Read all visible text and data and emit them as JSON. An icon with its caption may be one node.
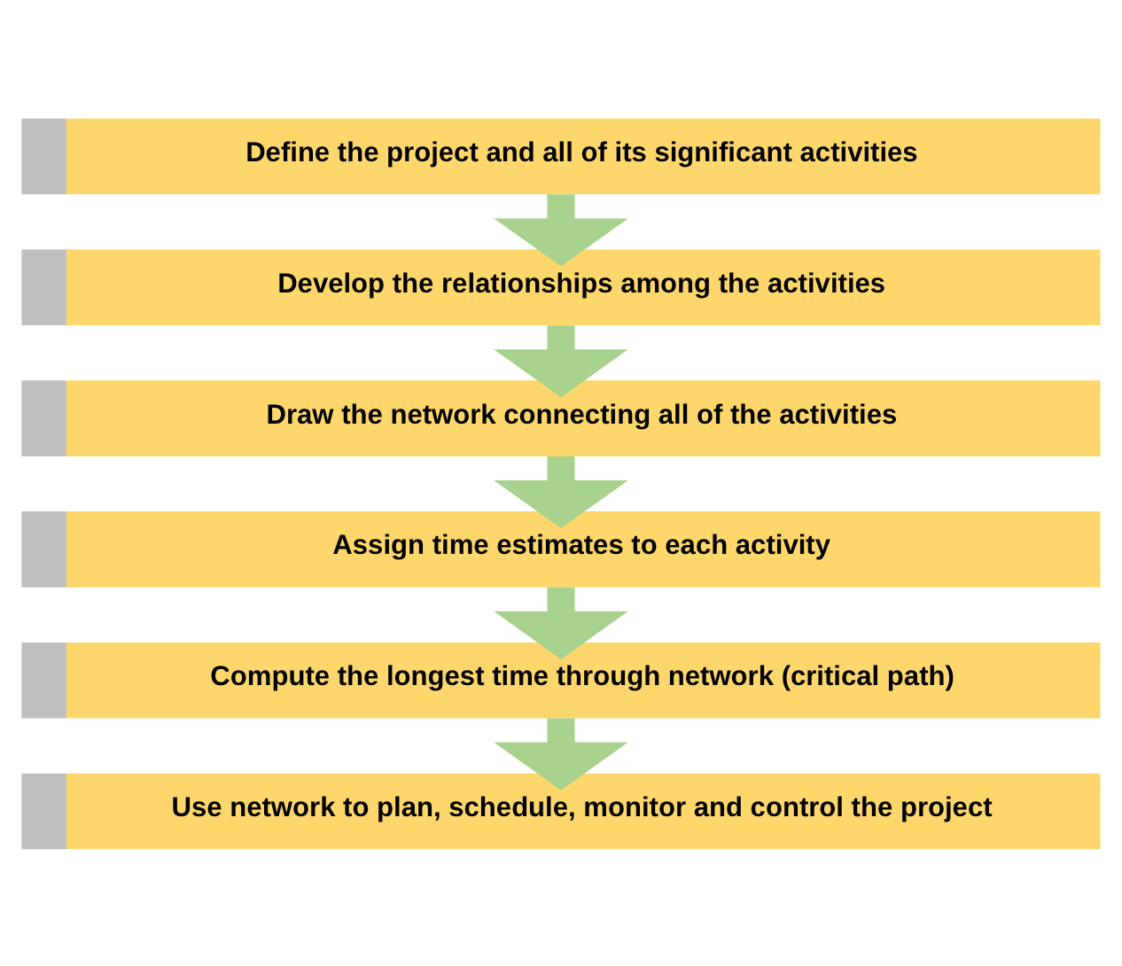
{
  "diagram": {
    "nodes": [
      {
        "text": [
          "Define the project and all of its significant activities"
        ]
      },
      {
        "text": [
          "Develop the relationships among the activities"
        ]
      },
      {
        "text": [
          "Draw the network connecting all of the activities"
        ]
      },
      {
        "text": [
          "Assign time estimates to each activity"
        ]
      },
      {
        "text": [
          "Compute the longest time through network (critical path)"
        ]
      },
      {
        "text": [
          "Use network to plan, schedule, monitor and control the project"
        ]
      }
    ],
    "edges": [
      {
        "from": 0,
        "to": 1,
        "arrow": "to"
      },
      {
        "from": 1,
        "to": 2,
        "arrow": "to"
      },
      {
        "from": 2,
        "to": 3,
        "arrow": "to"
      },
      {
        "from": 3,
        "to": 4,
        "arrow": "to"
      },
      {
        "from": 4,
        "to": 5,
        "arrow": "to"
      }
    ]
  }
}
